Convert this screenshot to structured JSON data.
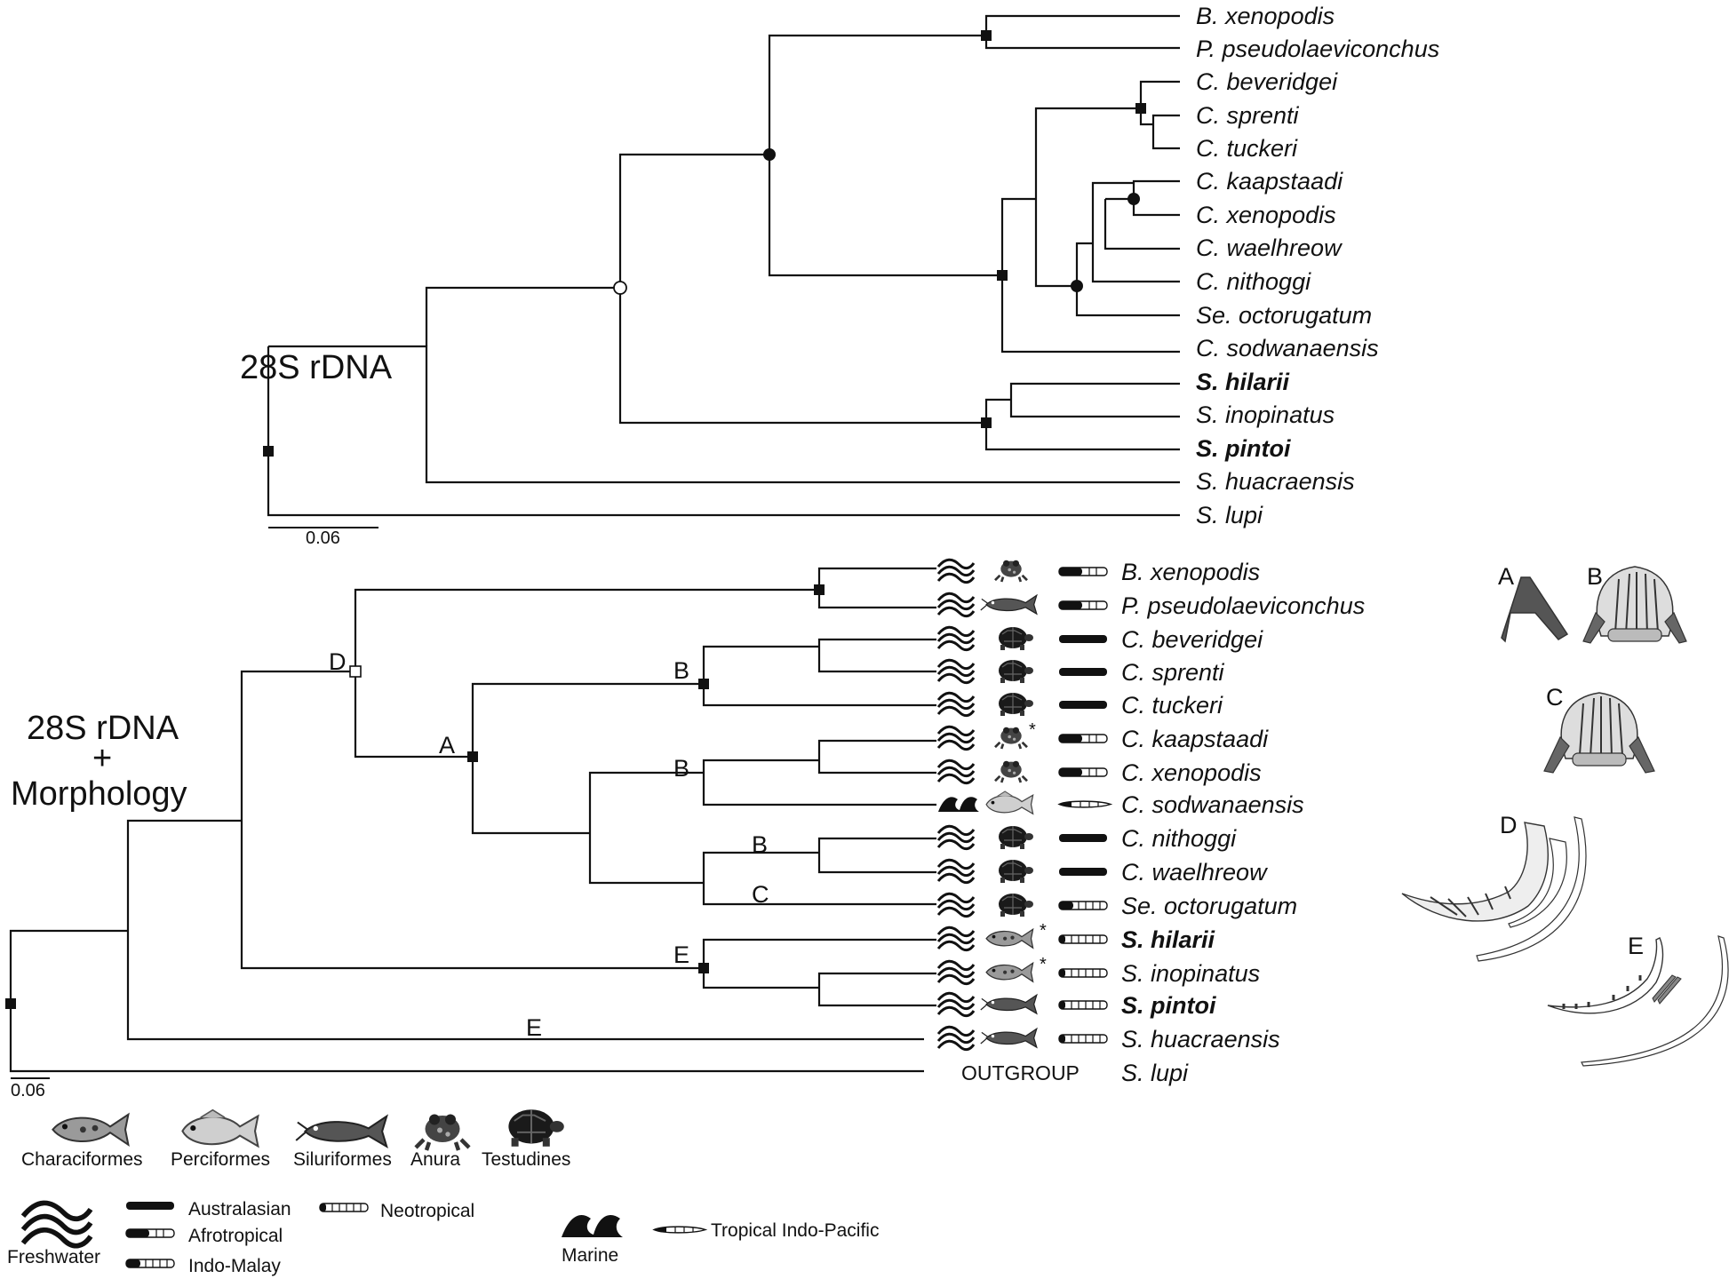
{
  "top_tree": {
    "title": "28S rDNA",
    "scale": "0.06",
    "taxa": [
      {
        "name": "B. xenopodis",
        "bold": false
      },
      {
        "name": "P. pseudolaeviconchus",
        "bold": false
      },
      {
        "name": "C. beveridgei",
        "bold": false
      },
      {
        "name": "C. sprenti",
        "bold": false
      },
      {
        "name": "C. tuckeri",
        "bold": false
      },
      {
        "name": "C. kaapstaadi",
        "bold": false
      },
      {
        "name": "C. xenopodis",
        "bold": false
      },
      {
        "name": "C. waelhreow",
        "bold": false
      },
      {
        "name": "C. nithoggi",
        "bold": false
      },
      {
        "name": "Se. octorugatum",
        "bold": false
      },
      {
        "name": "C. sodwanaensis",
        "bold": false
      },
      {
        "name": "S. hilarii",
        "bold": true
      },
      {
        "name": "S. inopinatus",
        "bold": false
      },
      {
        "name": "S. pintoi",
        "bold": true
      },
      {
        "name": "S. huacraensis",
        "bold": false
      },
      {
        "name": "S. lupi",
        "bold": false
      }
    ]
  },
  "bottom_tree": {
    "title_line1": "28S rDNA",
    "title_line2": "+",
    "title_line3": "Morphology",
    "scale": "0.06",
    "outgroup_label": "OUTGROUP",
    "taxa": [
      {
        "name": "B. xenopodis",
        "bold": false,
        "habitat": "freshwater",
        "host": "anura",
        "region": "afrotropical",
        "star": false
      },
      {
        "name": "P. pseudolaeviconchus",
        "bold": false,
        "habitat": "freshwater",
        "host": "siluriformes",
        "region": "afrotropical",
        "star": false
      },
      {
        "name": "C. beveridgei",
        "bold": false,
        "habitat": "freshwater",
        "host": "testudines",
        "region": "australasian",
        "star": false
      },
      {
        "name": "C. sprenti",
        "bold": false,
        "habitat": "freshwater",
        "host": "testudines",
        "region": "australasian",
        "star": false
      },
      {
        "name": "C. tuckeri",
        "bold": false,
        "habitat": "freshwater",
        "host": "testudines",
        "region": "australasian",
        "star": false
      },
      {
        "name": "C. kaapstaadi",
        "bold": false,
        "habitat": "freshwater",
        "host": "anura",
        "region": "afrotropical",
        "star": true
      },
      {
        "name": "C. xenopodis",
        "bold": false,
        "habitat": "freshwater",
        "host": "anura",
        "region": "afrotropical",
        "star": false
      },
      {
        "name": "C. sodwanaensis",
        "bold": false,
        "habitat": "marine",
        "host": "perciformes",
        "region": "indopacific",
        "star": false
      },
      {
        "name": "C. nithoggi",
        "bold": false,
        "habitat": "freshwater",
        "host": "testudines",
        "region": "australasian",
        "star": false
      },
      {
        "name": "C. waelhreow",
        "bold": false,
        "habitat": "freshwater",
        "host": "testudines",
        "region": "australasian",
        "star": false
      },
      {
        "name": "Se. octorugatum",
        "bold": false,
        "habitat": "freshwater",
        "host": "testudines",
        "region": "indomalay",
        "star": false
      },
      {
        "name": "S. hilarii",
        "bold": true,
        "habitat": "freshwater",
        "host": "characiformes",
        "region": "neotropical",
        "star": true
      },
      {
        "name": "S. inopinatus",
        "bold": false,
        "habitat": "freshwater",
        "host": "characiformes",
        "region": "neotropical",
        "star": true
      },
      {
        "name": "S. pintoi",
        "bold": true,
        "habitat": "freshwater",
        "host": "siluriformes",
        "region": "neotropical",
        "star": false
      },
      {
        "name": "S. huacraensis",
        "bold": false,
        "habitat": "freshwater",
        "host": "siluriformes",
        "region": "neotropical",
        "star": false
      },
      {
        "name": "S. lupi",
        "bold": false,
        "habitat": "",
        "host": "",
        "region": "",
        "star": false
      }
    ],
    "node_labels": {
      "D": "D",
      "A": "A",
      "B1": "B",
      "B2": "B",
      "B3": "B",
      "C": "C",
      "E1": "E",
      "E2": "E"
    },
    "star_mark": "*"
  },
  "hosts_legend": [
    "Characiformes",
    "Perciformes",
    "Siluriformes",
    "Anura",
    "Testudines"
  ],
  "habitat_legend": {
    "freshwater": "Freshwater",
    "marine": "Marine"
  },
  "region_legend": {
    "australasian": "Australasian",
    "afrotropical": "Afrotropical",
    "indomalay": "Indo-Malay",
    "neotropical": "Neotropical",
    "indopacific": "Tropical Indo-Pacific"
  },
  "morph_panels": {
    "A": "A",
    "B": "B",
    "C": "C",
    "D": "D",
    "E": "E"
  }
}
